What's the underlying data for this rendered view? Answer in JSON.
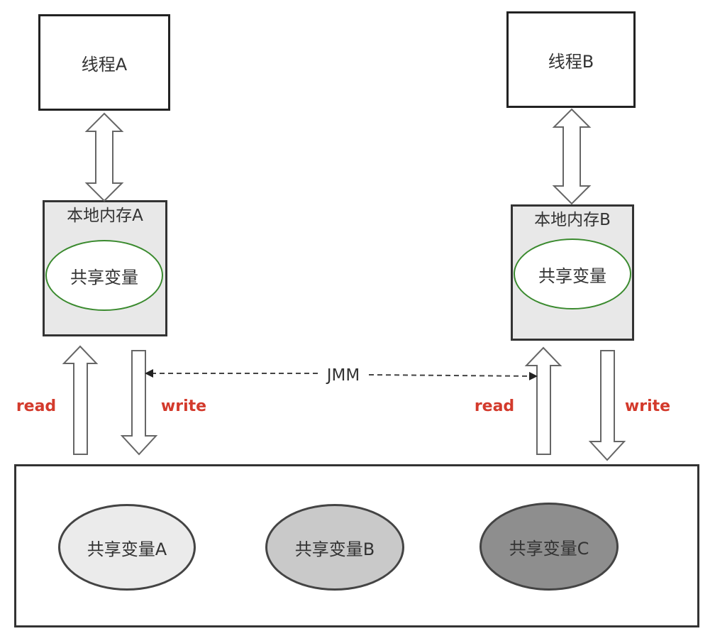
{
  "thread_a": {
    "label": "线程A"
  },
  "thread_b": {
    "label": "线程B"
  },
  "local_a": {
    "title": "本地内存A",
    "var": "共享变量"
  },
  "local_b": {
    "title": "本地内存B",
    "var": "共享变量"
  },
  "jmm_label": "JMM",
  "read_label": "read",
  "write_label": "write",
  "main_memory": {
    "vars": [
      {
        "label": "共享变量A",
        "fill": "#ebebeb"
      },
      {
        "label": "共享变量B",
        "fill": "#c9c9c9"
      },
      {
        "label": "共享变量C",
        "fill": "#8e8e8e"
      }
    ]
  },
  "colors": {
    "accent_red": "#d33a2c",
    "ellipse_green": "#3a8a2e"
  }
}
